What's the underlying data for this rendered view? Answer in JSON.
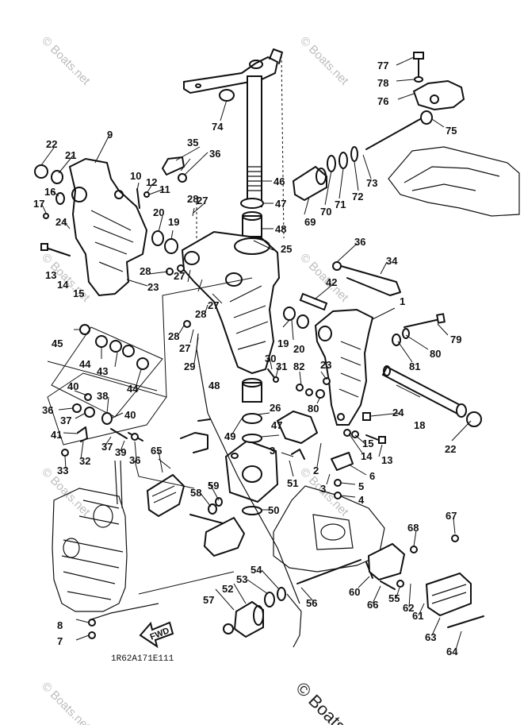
{
  "diagram": {
    "drawing_code": "1R62A171E111",
    "direction_label": "FWD",
    "watermark": "© Boats.net",
    "colors": {
      "line": "#111111",
      "background": "#ffffff",
      "watermark": "#bdbdbd"
    }
  },
  "parts": [
    {
      "id": "1",
      "label": "1"
    },
    {
      "id": "2",
      "label": "2"
    },
    {
      "id": "3a",
      "label": "3"
    },
    {
      "id": "3b",
      "label": "3"
    },
    {
      "id": "4",
      "label": "4"
    },
    {
      "id": "5",
      "label": "5"
    },
    {
      "id": "6",
      "label": "6"
    },
    {
      "id": "7",
      "label": "7"
    },
    {
      "id": "8",
      "label": "8"
    },
    {
      "id": "9",
      "label": "9"
    },
    {
      "id": "10",
      "label": "10"
    },
    {
      "id": "11",
      "label": "11"
    },
    {
      "id": "12",
      "label": "12"
    },
    {
      "id": "13a",
      "label": "13"
    },
    {
      "id": "13b",
      "label": "13"
    },
    {
      "id": "14a",
      "label": "14"
    },
    {
      "id": "14b",
      "label": "14"
    },
    {
      "id": "15a",
      "label": "15"
    },
    {
      "id": "15b",
      "label": "15"
    },
    {
      "id": "16",
      "label": "16"
    },
    {
      "id": "17",
      "label": "17"
    },
    {
      "id": "18",
      "label": "18"
    },
    {
      "id": "19a",
      "label": "19"
    },
    {
      "id": "19b",
      "label": "19"
    },
    {
      "id": "20a",
      "label": "20"
    },
    {
      "id": "20b",
      "label": "20"
    },
    {
      "id": "21",
      "label": "21"
    },
    {
      "id": "22a",
      "label": "22"
    },
    {
      "id": "22b",
      "label": "22"
    },
    {
      "id": "23a",
      "label": "23"
    },
    {
      "id": "23b",
      "label": "23"
    },
    {
      "id": "24a",
      "label": "24"
    },
    {
      "id": "24b",
      "label": "24"
    },
    {
      "id": "25",
      "label": "25"
    },
    {
      "id": "26",
      "label": "26"
    },
    {
      "id": "27a",
      "label": "27"
    },
    {
      "id": "27b",
      "label": "27"
    },
    {
      "id": "27c",
      "label": "27"
    },
    {
      "id": "27d",
      "label": "27"
    },
    {
      "id": "28a",
      "label": "28"
    },
    {
      "id": "28b",
      "label": "28"
    },
    {
      "id": "28c",
      "label": "28"
    },
    {
      "id": "28d",
      "label": "28"
    },
    {
      "id": "29",
      "label": "29"
    },
    {
      "id": "30",
      "label": "30"
    },
    {
      "id": "31",
      "label": "31"
    },
    {
      "id": "32",
      "label": "32"
    },
    {
      "id": "33",
      "label": "33"
    },
    {
      "id": "34",
      "label": "34"
    },
    {
      "id": "35",
      "label": "35"
    },
    {
      "id": "36a",
      "label": "36"
    },
    {
      "id": "36b",
      "label": "36"
    },
    {
      "id": "36c",
      "label": "36"
    },
    {
      "id": "36d",
      "label": "36"
    },
    {
      "id": "37a",
      "label": "37"
    },
    {
      "id": "37b",
      "label": "37"
    },
    {
      "id": "38",
      "label": "38"
    },
    {
      "id": "39",
      "label": "39"
    },
    {
      "id": "40a",
      "label": "40"
    },
    {
      "id": "40b",
      "label": "40"
    },
    {
      "id": "41",
      "label": "41"
    },
    {
      "id": "42",
      "label": "42"
    },
    {
      "id": "43",
      "label": "43"
    },
    {
      "id": "44a",
      "label": "44"
    },
    {
      "id": "44b",
      "label": "44"
    },
    {
      "id": "45",
      "label": "45"
    },
    {
      "id": "46",
      "label": "46"
    },
    {
      "id": "47a",
      "label": "47"
    },
    {
      "id": "47b",
      "label": "47"
    },
    {
      "id": "48a",
      "label": "48"
    },
    {
      "id": "48b",
      "label": "48"
    },
    {
      "id": "49",
      "label": "49"
    },
    {
      "id": "50",
      "label": "50"
    },
    {
      "id": "51",
      "label": "51"
    },
    {
      "id": "52",
      "label": "52"
    },
    {
      "id": "53",
      "label": "53"
    },
    {
      "id": "54",
      "label": "54"
    },
    {
      "id": "55",
      "label": "55"
    },
    {
      "id": "56",
      "label": "56"
    },
    {
      "id": "57",
      "label": "57"
    },
    {
      "id": "58",
      "label": "58"
    },
    {
      "id": "59",
      "label": "59"
    },
    {
      "id": "60",
      "label": "60"
    },
    {
      "id": "61",
      "label": "61"
    },
    {
      "id": "62",
      "label": "62"
    },
    {
      "id": "63",
      "label": "63"
    },
    {
      "id": "64",
      "label": "64"
    },
    {
      "id": "65",
      "label": "65"
    },
    {
      "id": "66",
      "label": "66"
    },
    {
      "id": "67",
      "label": "67"
    },
    {
      "id": "68",
      "label": "68"
    },
    {
      "id": "69",
      "label": "69"
    },
    {
      "id": "70",
      "label": "70"
    },
    {
      "id": "71",
      "label": "71"
    },
    {
      "id": "72",
      "label": "72"
    },
    {
      "id": "73",
      "label": "73"
    },
    {
      "id": "74",
      "label": "74"
    },
    {
      "id": "75",
      "label": "75"
    },
    {
      "id": "76",
      "label": "76"
    },
    {
      "id": "77",
      "label": "77"
    },
    {
      "id": "78",
      "label": "78"
    },
    {
      "id": "79",
      "label": "79"
    },
    {
      "id": "80a",
      "label": "80"
    },
    {
      "id": "80b",
      "label": "80"
    },
    {
      "id": "81",
      "label": "81"
    },
    {
      "id": "82",
      "label": "82"
    }
  ]
}
